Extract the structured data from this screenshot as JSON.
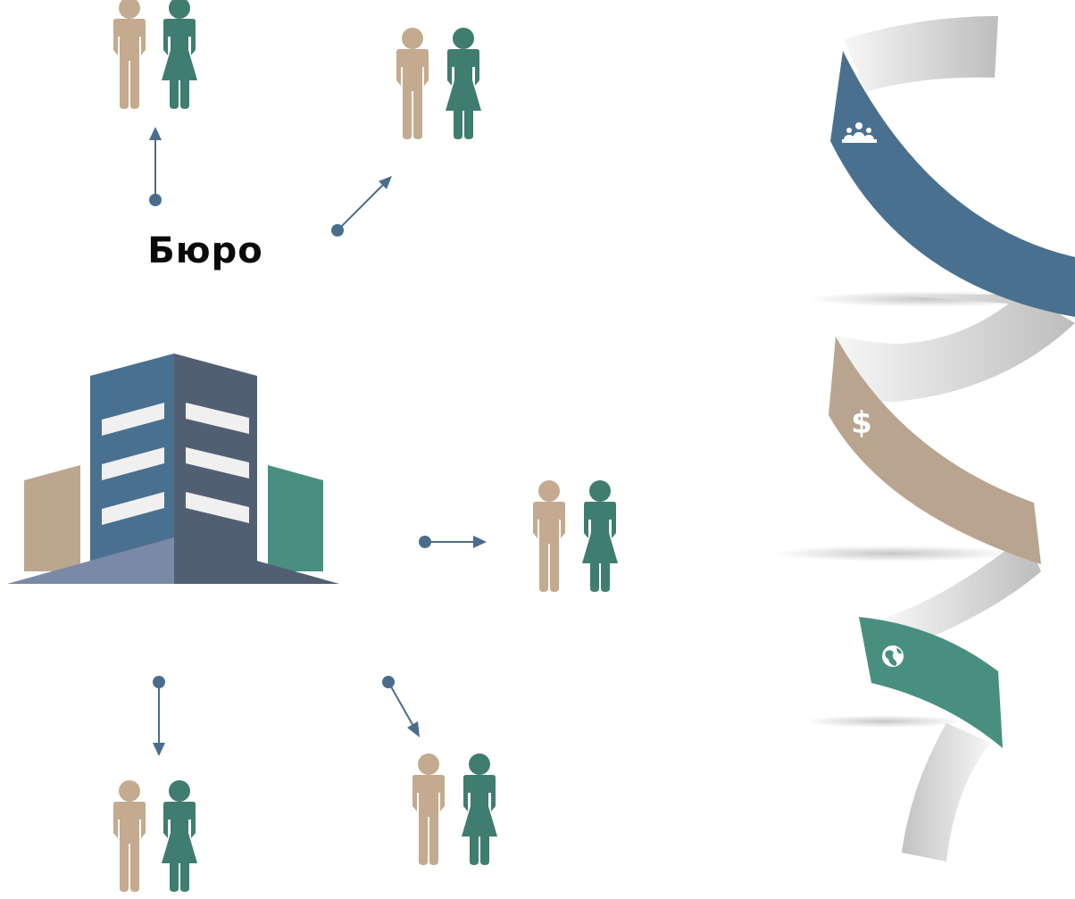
{
  "title": "Бюро",
  "colors": {
    "man": "#c4aa8e",
    "woman": "#3e7d70",
    "connector": "#4a6d8c",
    "building_left": "#4a7090",
    "building_right": "#525f73",
    "building_base_left": "#7a8aa6",
    "building_side_left": "#bca690",
    "building_side_right": "#488f80",
    "ribbon_blue": "#4a7090",
    "ribbon_tan": "#b9a48f",
    "ribbon_green": "#488f80",
    "ribbon_gray": "#d9d9d9"
  },
  "people_groups": [
    "top",
    "top-right",
    "right",
    "bottom",
    "bottom-right"
  ],
  "ribbon_icons": [
    "team-icon",
    "dollar-icon",
    "globe-icon"
  ],
  "dollar_symbol": "$"
}
